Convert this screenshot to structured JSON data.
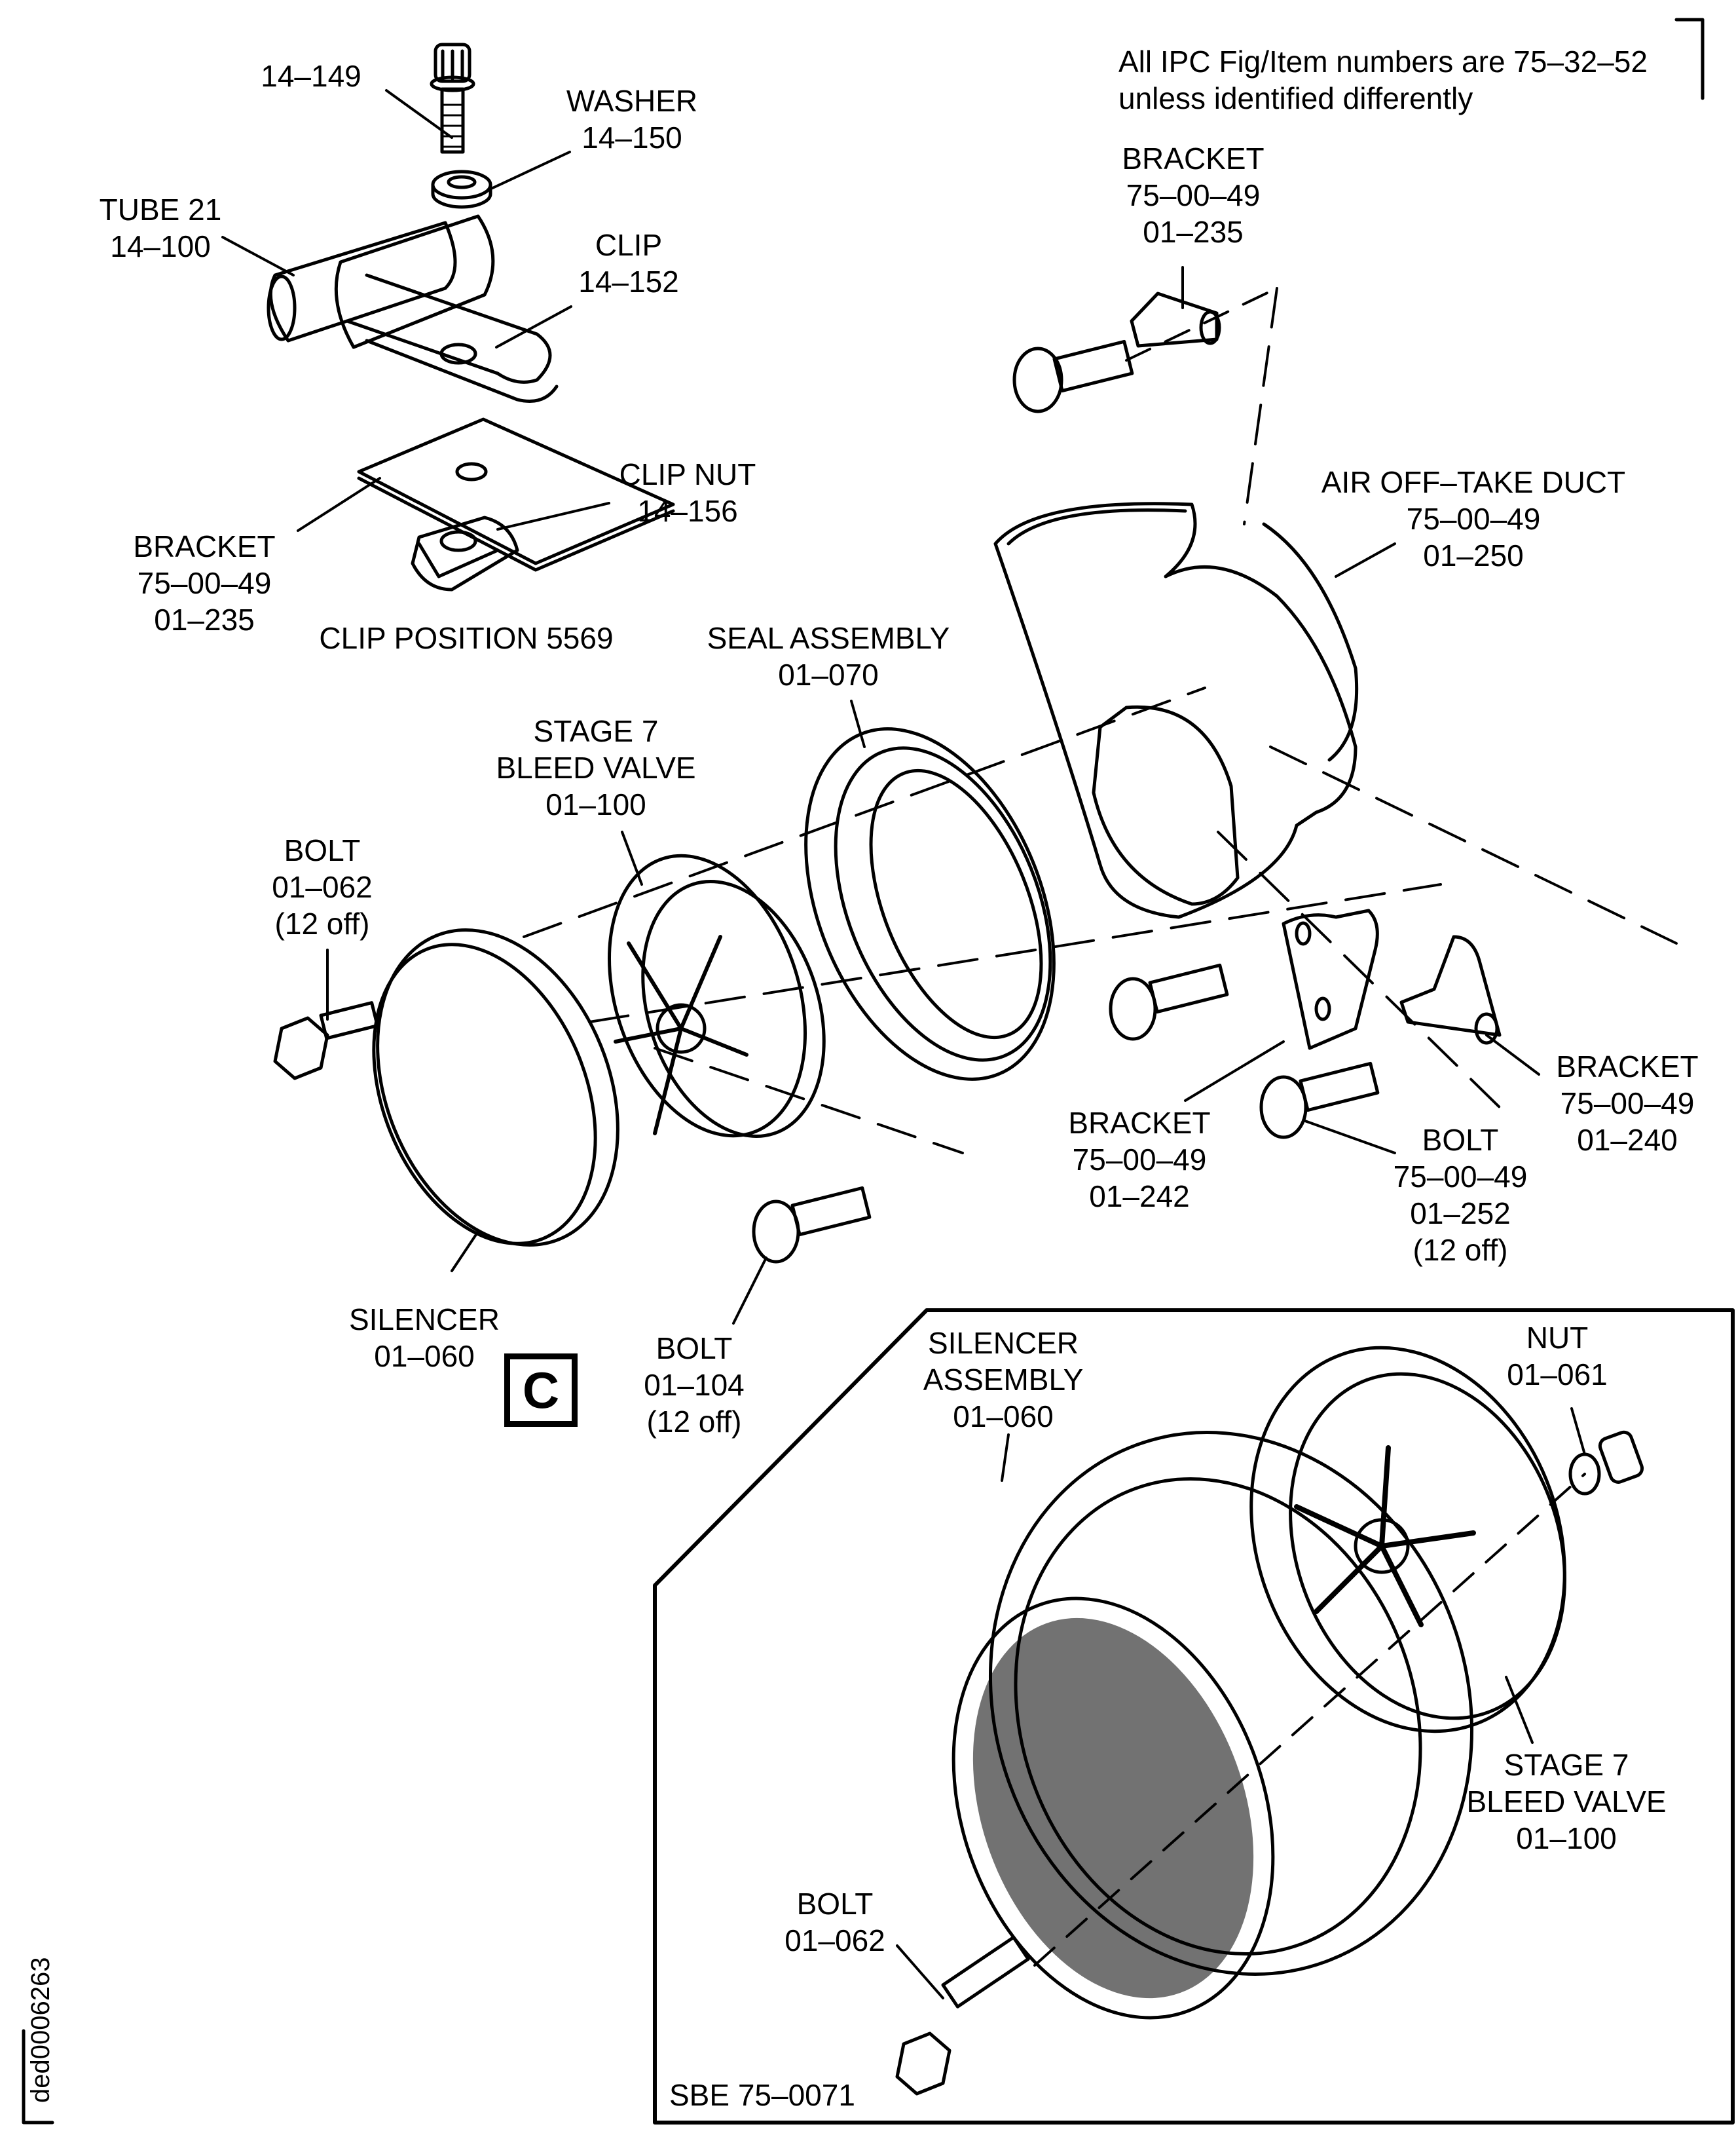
{
  "note": {
    "line1": "All IPC Fig/Item numbers are 75–32–52",
    "line2": "unless identified differently"
  },
  "labels": {
    "bolt_14_149": [
      "14–149"
    ],
    "washer": [
      "WASHER",
      "14–150"
    ],
    "tube": [
      "TUBE 21",
      "14–100"
    ],
    "clip": [
      "CLIP",
      "14–152"
    ],
    "clip_nut": [
      "CLIP NUT",
      "14–156"
    ],
    "bracket_left": [
      "BRACKET",
      "75–00–49",
      "01–235"
    ],
    "clip_position": [
      "CLIP POSITION 5569"
    ],
    "bracket_top": [
      "BRACKET",
      "75–00–49",
      "01–235"
    ],
    "air_duct": [
      "AIR OFF–TAKE DUCT",
      "75–00–49",
      "01–250"
    ],
    "seal_assembly": [
      "SEAL ASSEMBLY",
      "01–070"
    ],
    "bleed_valve": [
      "STAGE 7",
      "BLEED VALVE",
      "01–100"
    ],
    "bolt_062": [
      "BOLT",
      "01–062",
      "(12 off)"
    ],
    "silencer": [
      "SILENCER",
      "01–060"
    ],
    "bolt_104": [
      "BOLT",
      "01–104",
      "(12 off)"
    ],
    "bracket_242": [
      "BRACKET",
      "75–00–49",
      "01–242"
    ],
    "bolt_252": [
      "BOLT",
      "75–00–49",
      "01–252",
      "(12 off)"
    ],
    "bracket_240": [
      "BRACKET",
      "75–00–49",
      "01–240"
    ],
    "inset_silencer_assembly": [
      "SILENCER",
      "ASSEMBLY",
      "01–060"
    ],
    "inset_nut": [
      "NUT",
      "01–061"
    ],
    "inset_bleed_valve": [
      "STAGE 7",
      "BLEED VALVE",
      "01–100"
    ],
    "inset_bolt": [
      "BOLT",
      "01–062"
    ]
  },
  "view_marker": "C",
  "inset_reference": "SBE 75–0071",
  "document_id": "ded0006263"
}
